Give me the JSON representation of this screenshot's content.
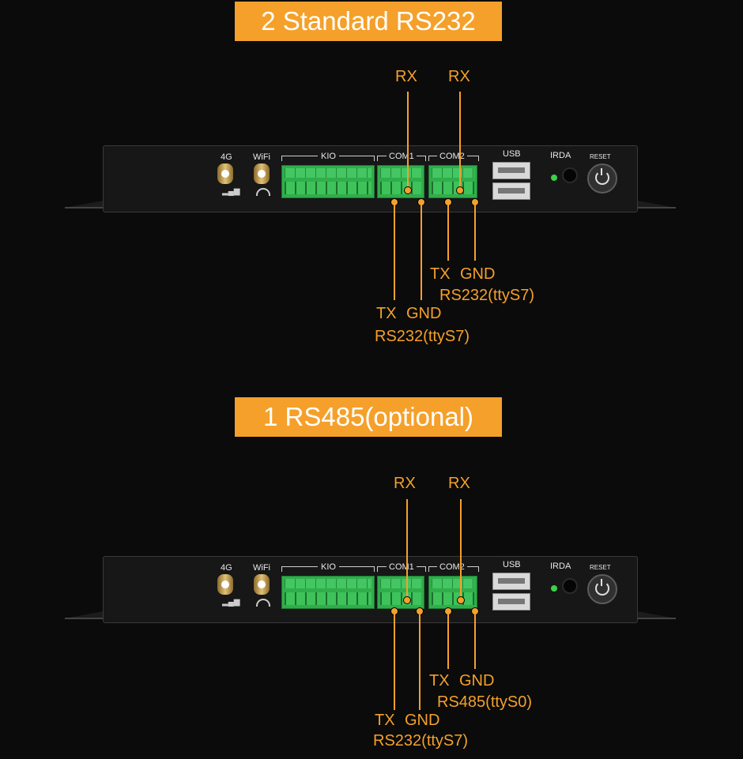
{
  "sections": [
    {
      "banner": "2 Standard RS232",
      "rx1": "RX",
      "rx2": "RX",
      "com2_tx": "TX",
      "com2_gnd": "GND",
      "com2_port": "RS232(ttyS7)",
      "com1_tx": "TX",
      "com1_gnd": "GND",
      "com1_port": "RS232(ttyS7)"
    },
    {
      "banner": "1 RS485(optional)",
      "rx1": "RX",
      "rx2": "RX",
      "com2_tx": "TX",
      "com2_gnd": "GND",
      "com2_port": "RS485(ttyS0)",
      "com1_tx": "TX",
      "com1_gnd": "GND",
      "com1_port": "RS232(ttyS7)"
    }
  ],
  "panel": {
    "ant_4g": "4G",
    "ant_wifi": "WiFi",
    "kio": "KIO",
    "com1": "COM1",
    "com2": "COM2",
    "usb": "USB",
    "irda": "IRDA",
    "reset": "RESET"
  },
  "accent_color": "#f5a02a",
  "icons": [
    "antenna-icon",
    "signal-bars-icon",
    "wifi-icon",
    "power-icon"
  ]
}
